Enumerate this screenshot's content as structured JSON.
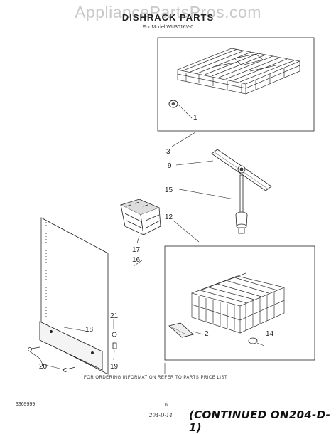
{
  "watermark": "AppliancePartsPros.com",
  "header": {
    "title": "DISHRACK PARTS",
    "model_line": "For Model WU3016V-0"
  },
  "callouts": {
    "c1": "1",
    "c2": "2",
    "c3": "3",
    "c9": "9",
    "c12": "12",
    "c14": "14",
    "c15": "15",
    "c16": "16",
    "c17": "17",
    "c18": "18",
    "c19": "19",
    "c20": "20",
    "c21": "21"
  },
  "footer": {
    "ordering_info": "FOR ORDERING INFORMATION REFER TO PARTS PRICE LIST",
    "doc_number": "3369999",
    "page_number": "6",
    "handwritten_note": "204-D-14",
    "continued": "(CONTINUED ON204-D-1)"
  }
}
